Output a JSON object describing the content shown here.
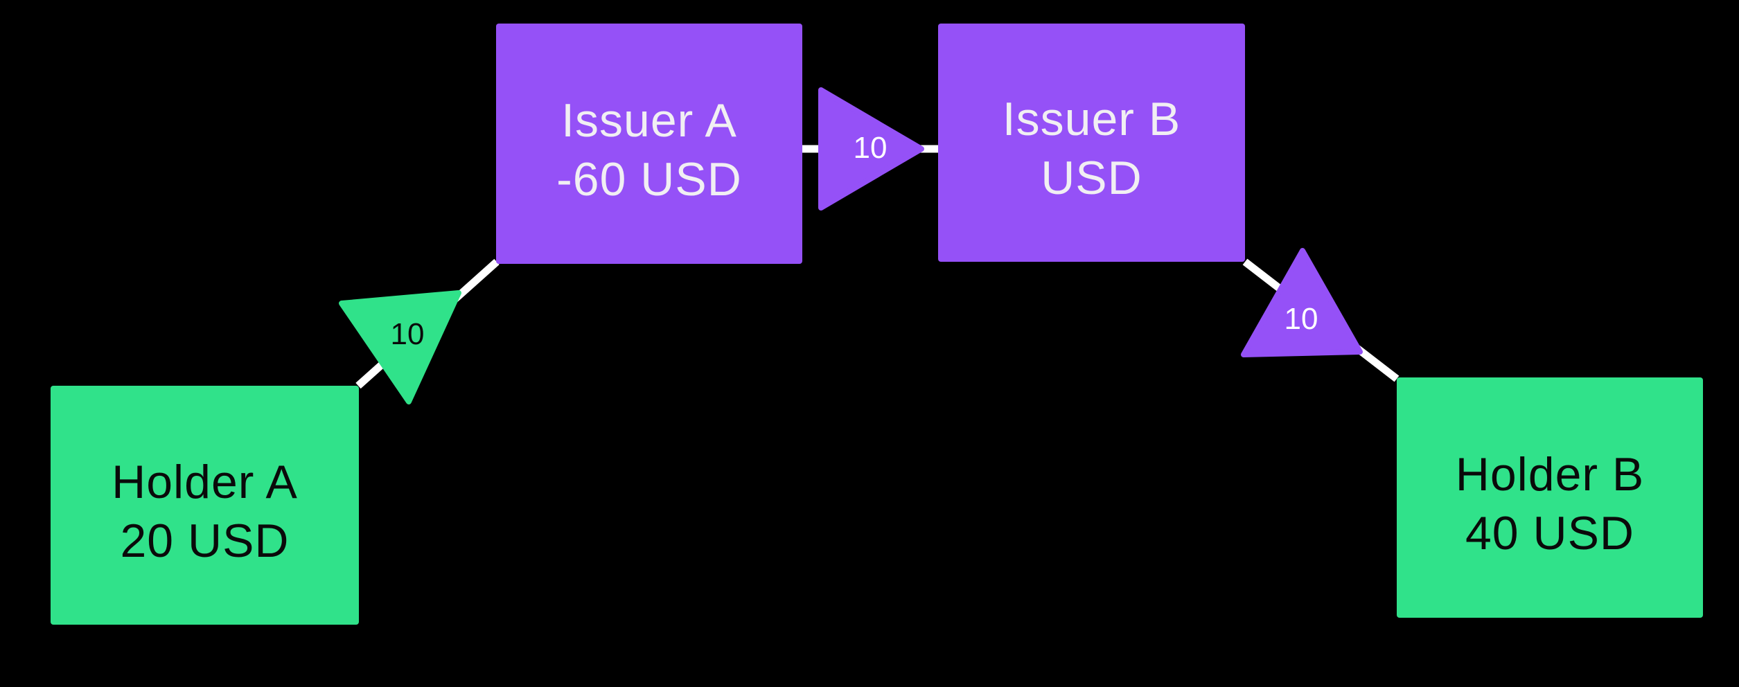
{
  "diagram": {
    "background_color": "#000000",
    "edge_color": "#FFFFFF",
    "issuer_color": "#9551F7",
    "holder_color": "#30E28A",
    "issuer_text_color": "#F1EFF3",
    "holder_text_color": "#0A0A0A",
    "nodes": [
      {
        "id": "holder-a",
        "type": "holder",
        "line1": "Holder A",
        "line2": "20 USD"
      },
      {
        "id": "issuer-a",
        "type": "issuer",
        "line1": "Issuer A",
        "line2": "-60 USD"
      },
      {
        "id": "issuer-b",
        "type": "issuer",
        "line1": "Issuer B",
        "line2": "USD"
      },
      {
        "id": "holder-b",
        "type": "holder",
        "line1": "Holder B",
        "line2": "40 USD"
      }
    ],
    "edges": [
      {
        "from": "issuer-a",
        "to": "holder-a",
        "amount": "10",
        "arrow_color": "#30E28A",
        "label_color": "#0A0A0A",
        "arrow_direction": "down-toward-holder-a"
      },
      {
        "from": "issuer-a",
        "to": "issuer-b",
        "amount": "10",
        "arrow_color": "#9551F7",
        "label_color": "#FFFFFF",
        "arrow_direction": "right-toward-issuer-b"
      },
      {
        "from": "holder-b",
        "to": "issuer-b",
        "amount": "10",
        "arrow_color": "#9551F7",
        "label_color": "#FFFFFF",
        "arrow_direction": "up-toward-issuer-b"
      }
    ]
  }
}
